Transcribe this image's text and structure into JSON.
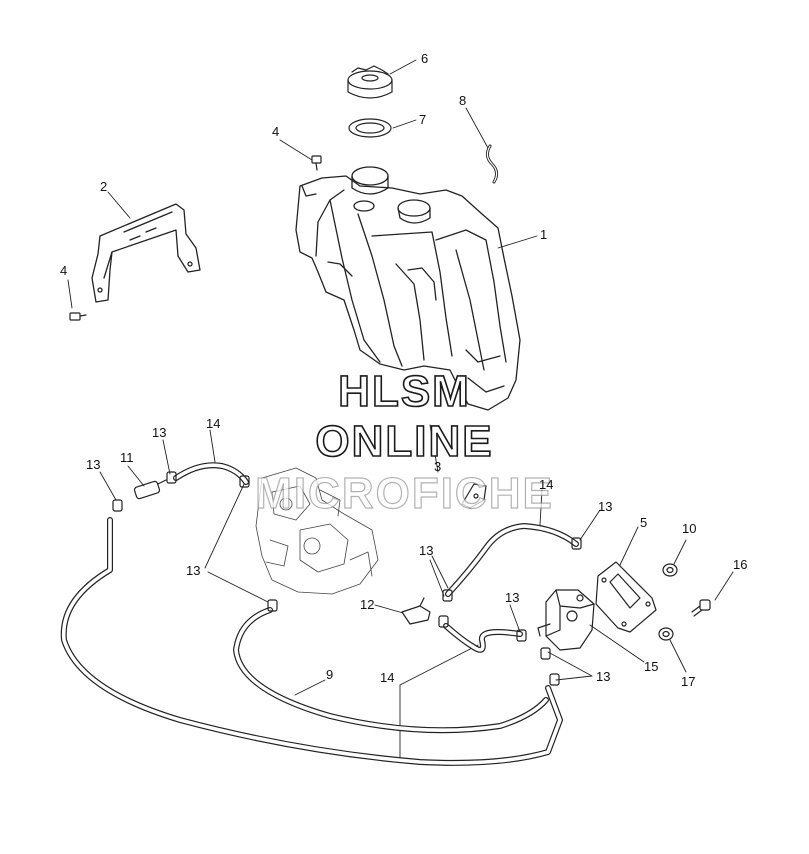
{
  "watermark": {
    "line1": "HLSM",
    "line2": "ONLINE",
    "line3": "MICROFICHE"
  },
  "callouts": {
    "c1": "1",
    "c2": "2",
    "c3": "3",
    "c4a": "4",
    "c4b": "4",
    "c5": "5",
    "c6": "6",
    "c7": "7",
    "c8": "8",
    "c9": "9",
    "c10": "10",
    "c11": "11",
    "c12": "12",
    "c13a": "13",
    "c13b": "13",
    "c13c": "13",
    "c13d": "13",
    "c13e": "13",
    "c13f": "13",
    "c13g": "13",
    "c14a": "14",
    "c14b": "14",
    "c14c": "14",
    "c15": "15",
    "c16": "16",
    "c17": "17"
  },
  "colors": {
    "line": "#222222",
    "background": "#ffffff"
  }
}
